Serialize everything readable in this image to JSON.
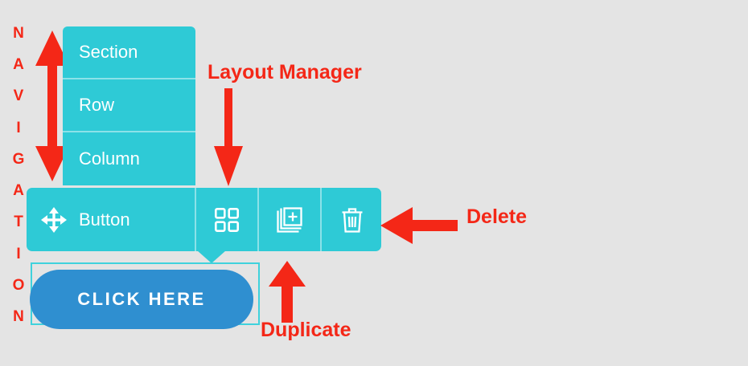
{
  "canvas": {
    "background": "#e4e4e4",
    "accent_cyan": "#2ecad6",
    "accent_blue": "#2f8fd0",
    "annotation_red": "#f42717",
    "selection_outline": "#3fd2dc"
  },
  "annotations": {
    "navigation_vertical": [
      "N",
      "A",
      "V",
      "I",
      "G",
      "A",
      "T",
      "I",
      "O",
      "N"
    ],
    "layout_manager_label": "Layout Manager",
    "delete_label": "Delete",
    "duplicate_label": "Duplicate"
  },
  "nav_panel": {
    "items": [
      {
        "label": "Section"
      },
      {
        "label": "Row"
      },
      {
        "label": "Column"
      }
    ]
  },
  "toolbar": {
    "element_label": "Button",
    "drag_icon": "move-handle-icon",
    "buttons": [
      {
        "name": "layout-manager",
        "icon": "grid-icon"
      },
      {
        "name": "duplicate",
        "icon": "duplicate-icon"
      },
      {
        "name": "delete",
        "icon": "trash-icon"
      }
    ]
  },
  "selected_element": {
    "type": "button",
    "label": "CLICK HERE"
  }
}
